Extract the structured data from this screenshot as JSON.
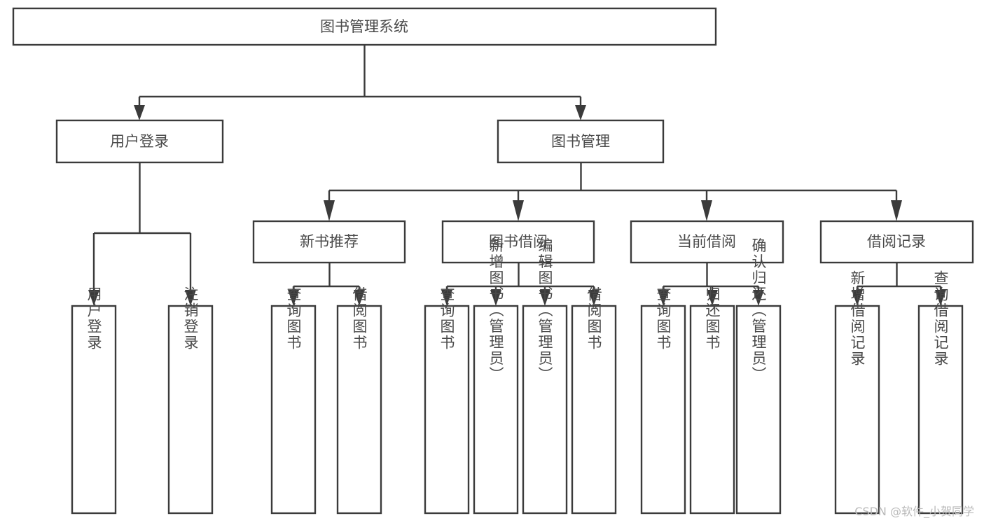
{
  "diagram": {
    "type": "tree-hierarchy-chart",
    "title": "图书管理系统",
    "background_color": "#ffffff",
    "line_color": "#3b3b3b",
    "text_color": "#4a4a4a",
    "levels": {
      "root": {
        "label": "图书管理系统"
      },
      "level2": [
        {
          "id": "user-login",
          "label": "用户登录"
        },
        {
          "id": "book-management",
          "label": "图书管理"
        }
      ],
      "level3": [
        {
          "id": "new-book-recommend",
          "label": "新书推荐",
          "parent": "book-management"
        },
        {
          "id": "book-borrow",
          "label": "图书借阅",
          "parent": "book-management"
        },
        {
          "id": "current-borrow",
          "label": "当前借阅",
          "parent": "book-management"
        },
        {
          "id": "borrow-record",
          "label": "借阅记录",
          "parent": "book-management"
        }
      ],
      "leaves": {
        "user-login": [
          {
            "id": "leaf-user-login",
            "label": "用户登录"
          },
          {
            "id": "leaf-logout-login",
            "label": "注销登录"
          }
        ],
        "new-book-recommend": [
          {
            "id": "leaf-query-book-1",
            "label": "查询图书"
          },
          {
            "id": "leaf-borrow-book-1",
            "label": "借阅图书"
          }
        ],
        "book-borrow": [
          {
            "id": "leaf-query-book-2",
            "label": "查询图书"
          },
          {
            "id": "leaf-add-book",
            "label": "新增图书（管理员）"
          },
          {
            "id": "leaf-edit-book",
            "label": "编辑图书（管理员）"
          },
          {
            "id": "leaf-borrow-book-2",
            "label": "借阅图书"
          }
        ],
        "current-borrow": [
          {
            "id": "leaf-query-book-3",
            "label": "查询图书"
          },
          {
            "id": "leaf-return-book",
            "label": "归还图书"
          },
          {
            "id": "leaf-confirm-return",
            "label": "确认归还（管理员）"
          }
        ],
        "borrow-record": [
          {
            "id": "leaf-add-record",
            "label": "新增借阅记录"
          },
          {
            "id": "leaf-query-record",
            "label": "查询借阅记录"
          }
        ]
      }
    }
  },
  "watermark": {
    "text": "CSDN @软件_小贺同学"
  }
}
